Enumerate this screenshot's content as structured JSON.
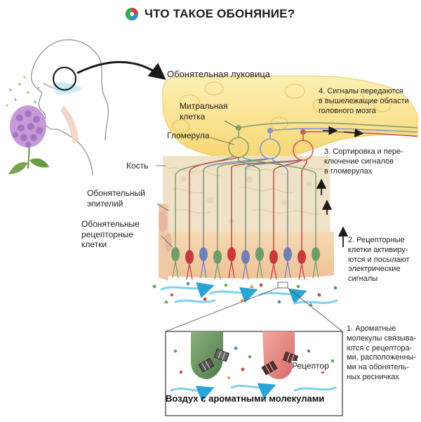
{
  "header": {
    "title": "ЧТО ТАКОЕ ОБОНЯНИЕ?"
  },
  "labels": {
    "olfactory_bulb": "Обонятельная луковица",
    "mitral_cell": "Митральная\nклетка",
    "glomerulus": "Гломерула",
    "bone": "Кость",
    "olfactory_epithelium": "Обонятельный\nэпителий",
    "receptor_cells": "Обонятельные\nрецепторные\nклетки",
    "receptor": "Рецептор",
    "air_caption": "Воздух с ароматными молекулами"
  },
  "steps": [
    {
      "text": "1. Ароматные\nмолекулы связыва-\nются с рецептора-\nми, расположенны-\nми на обонятель-\nных ресничках"
    },
    {
      "text": "2. Рецепторные\nклетки активиру-\nются и посылают\nэлектрические\nсигналы"
    },
    {
      "text": "3. Сортировка и пере-\nключение сигналов\nв гломерулах"
    },
    {
      "text": "4. Сигналы передаются\nв вышележащие области\nголовного мозга"
    }
  ],
  "colors": {
    "bulb": "#fbe79a",
    "bone": "#f1e3c8",
    "epithelium": "#f5cfa8",
    "neuron_red": "#c9393c",
    "neuron_green": "#5f8f5a",
    "neuron_blue": "#6f7fb8",
    "air": "#7fd0ee",
    "flower": "#b887c9"
  }
}
